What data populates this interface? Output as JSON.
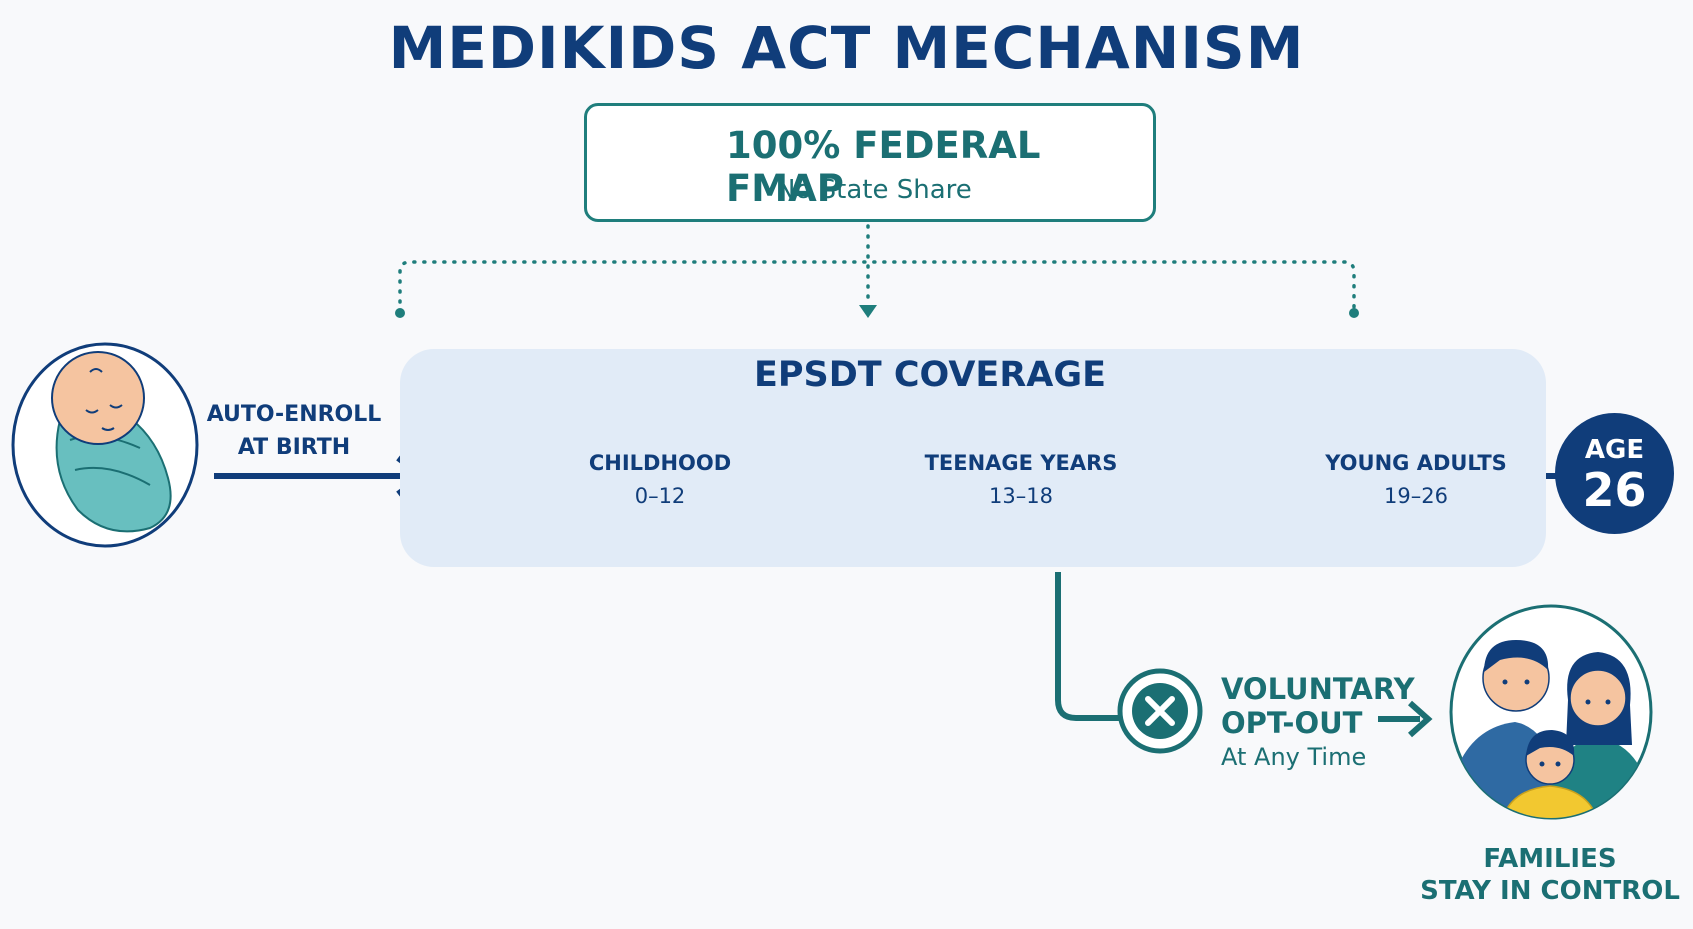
{
  "title": "MEDIKIDS ACT MECHANISM",
  "funding": {
    "title": "100% FEDERAL FMAP",
    "subtitle": "No State Share",
    "icon": "capitol-icon"
  },
  "enrollment": {
    "label_line1": "AUTO-ENROLL",
    "label_line2": "AT BIRTH",
    "icon": "newborn-icon"
  },
  "coverage": {
    "title": "EPSDT COVERAGE",
    "stages": [
      {
        "label": "CHILDHOOD",
        "range": "0–12",
        "icon": "child-icon"
      },
      {
        "label": "TEENAGE YEARS",
        "range": "13–18",
        "icon": "teen-icon"
      },
      {
        "label": "YOUNG ADULTS",
        "range": "19–26",
        "icon": "young-adult-icon"
      }
    ]
  },
  "age_limit": {
    "word": "AGE",
    "number": "26"
  },
  "opt_out": {
    "line1": "VOLUNTARY",
    "line2": "OPT-OUT",
    "subtitle": "At Any Time",
    "icon": "close-icon"
  },
  "families": {
    "line1": "FAMILIES",
    "line2": "STAY IN CONTROL",
    "icon": "family-icon"
  },
  "colors": {
    "navy": "#103d7a",
    "teal": "#1f7e7c",
    "band": "#e1ebf7",
    "background": "#f8f9fb"
  }
}
